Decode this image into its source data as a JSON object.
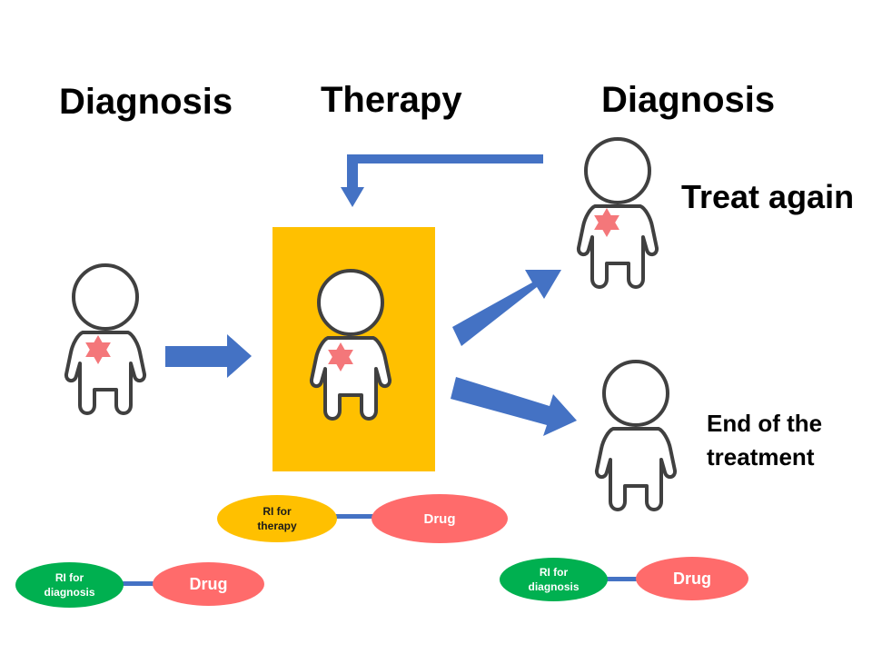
{
  "headings": {
    "left": "Diagnosis",
    "center": "Therapy",
    "right": "Diagnosis"
  },
  "outcomes": {
    "treat_again": "Treat again",
    "end_line1": "End of the",
    "end_line2": "treatment"
  },
  "pairs": {
    "therapy": {
      "ri_line1": "RI for",
      "ri_line2": "therapy",
      "drug": "Drug"
    },
    "diagnosis_left": {
      "ri_line1": "RI for",
      "ri_line2": "diagnosis",
      "drug": "Drug"
    },
    "diagnosis_right": {
      "ri_line1": "RI for",
      "ri_line2": "diagnosis",
      "drug": "Drug"
    }
  },
  "colors": {
    "arrow": "#4472C4",
    "therapy_box": "#FFC000",
    "tumor_star": "#F4777A",
    "drug_pill": "#FF6B6B",
    "diagnosis_pill": "#00B050",
    "therapy_pill": "#FFC000",
    "figure_outline": "#404040"
  },
  "icons": {
    "patient": "person-outline-icon",
    "tumor": "star-of-david-icon"
  }
}
